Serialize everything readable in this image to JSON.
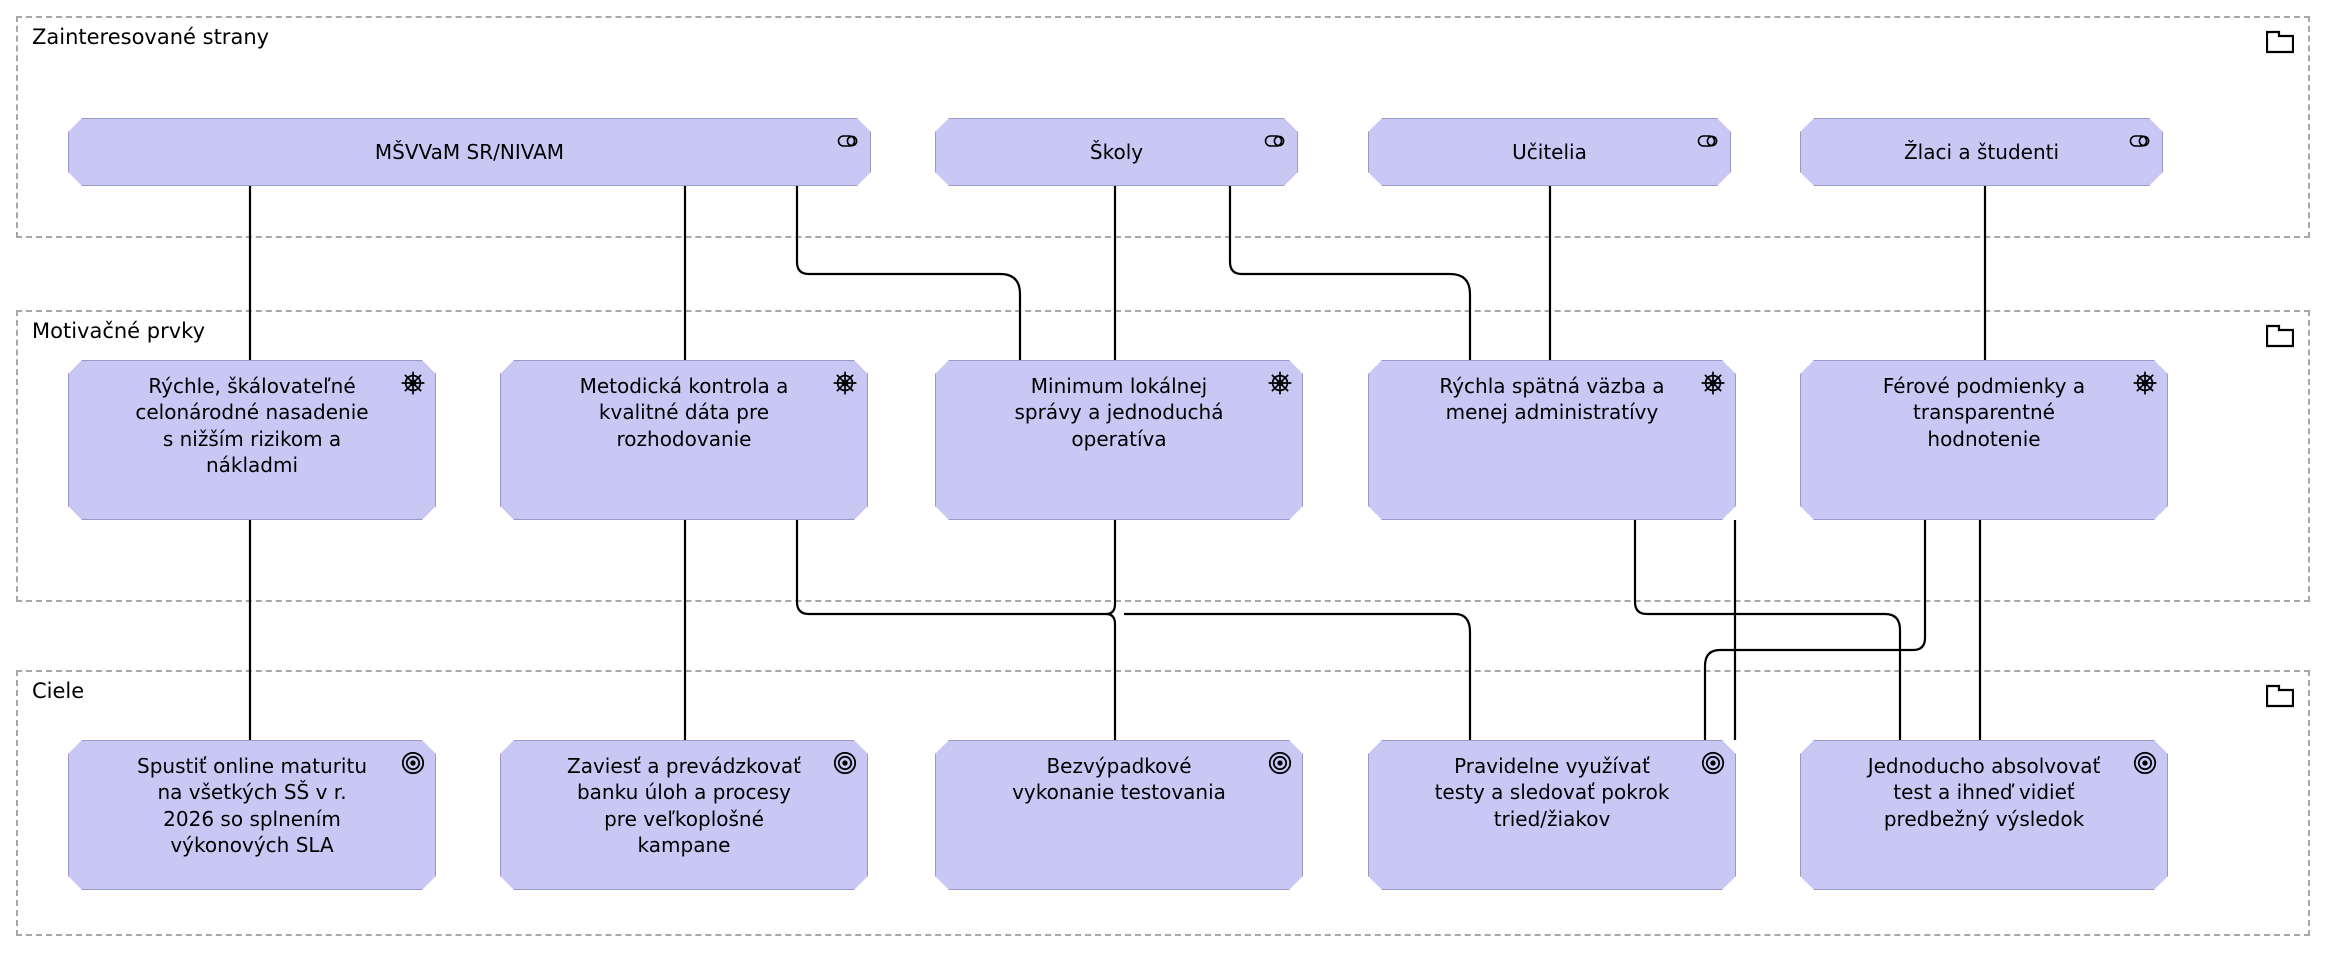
{
  "diagram": {
    "title": "ArchiMate motivation view",
    "colors": {
      "node_fill": "#c9c8f5",
      "node_border": "#9a9ac8",
      "group_border": "#a8a8a8",
      "connector": "#000000",
      "text": "#000000"
    }
  },
  "groups": [
    {
      "id": "stakeholders",
      "label": "Zainteresované strany",
      "icon": "folder-icon"
    },
    {
      "id": "motivation",
      "label": "Motivačné prvky",
      "icon": "folder-icon"
    },
    {
      "id": "goals",
      "label": "Ciele",
      "icon": "folder-icon"
    }
  ],
  "stakeholders": [
    {
      "label": "MŠVVaM SR/NIVAM",
      "icon": "stakeholder-role-icon"
    },
    {
      "label": "Školy",
      "icon": "stakeholder-role-icon"
    },
    {
      "label": "Učitelia",
      "icon": "stakeholder-role-icon"
    },
    {
      "label": "Žlaci a študenti",
      "icon": "stakeholder-role-icon"
    }
  ],
  "drivers": [
    {
      "label": "Rýchle, škálovateľné\ncelonárodné nasadenie\ns nižším rizikom a\nnákladmi",
      "icon": "driver-wheel-icon"
    },
    {
      "label": "Metodická kontrola a\nkvalitné dáta pre\nrozhodovanie",
      "icon": "driver-wheel-icon"
    },
    {
      "label": "Minimum lokálnej\nsprávy a jednoduchá\noperatíva",
      "icon": "driver-wheel-icon"
    },
    {
      "label": "Rýchla spätná väzba a\nmenej administratívy",
      "icon": "driver-wheel-icon"
    },
    {
      "label": "Férové podmienky a\ntransparentné\nhodnotenie",
      "icon": "driver-wheel-icon"
    }
  ],
  "goals": [
    {
      "label": "Spustiť online maturitu\nna všetkých SŠ v r.\n2026 so splnením\nvýkonových SLA",
      "icon": "goal-target-icon"
    },
    {
      "label": "Zaviesť a prevádzkovať\nbanku úloh a procesy\npre veľkoplošné\nkampane",
      "icon": "goal-target-icon"
    },
    {
      "label": "Bezvýpadkové\nvykonanie testovania",
      "icon": "goal-target-icon"
    },
    {
      "label": "Pravidelne využívať\ntesty a sledovať pokrok\ntried/žiakov",
      "icon": "goal-target-icon"
    },
    {
      "label": "Jednoducho absolvovať\ntest a ihneď vidieť\npredbežný výsledok",
      "icon": "goal-target-icon"
    }
  ]
}
